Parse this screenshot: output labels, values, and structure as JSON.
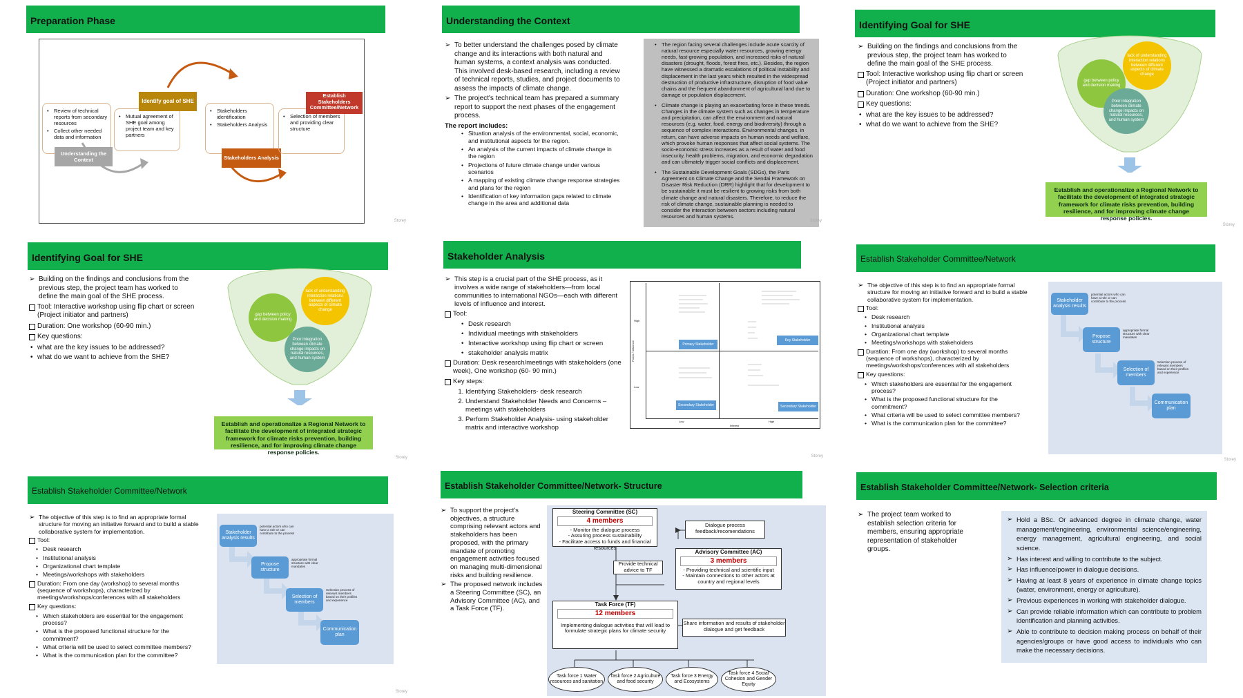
{
  "slides": {
    "prep": {
      "title": "Preparation Phase",
      "col1_items": [
        "Review of technical reports from secondary resources",
        "Collect other needed data and information"
      ],
      "col1_label": "Understanding the Context",
      "col2_label": "Identify goal of SHE",
      "col2_items": [
        "Mutual agreement of SHE goal among project team and key partners"
      ],
      "col3_items": [
        "Stakeholders identification",
        "Stakeholders Analysis"
      ],
      "col3_label": "Stakeholders Analysis",
      "col4_label": "Establish Stakeholders Committee/Network",
      "col4_items": [
        "Selection of members and providing clear structure"
      ]
    },
    "context": {
      "title": "Understanding the Context",
      "bullets": [
        "To better understand the challenges posed by climate change and its interactions with both natural and human systems, a context analysis was conducted. This involved desk-based research, including a review of technical reports, studies, and project documents to assess the impacts of climate change.",
        "The project's technical team has prepared a summary report to support the next phases of the engagement process."
      ],
      "report_heading": "The report includes:",
      "report_items": [
        "Situation analysis of the environmental, social, economic, and institutional aspects for the region.",
        "An analysis of the current impacts of climate change in the region",
        "Projections of future climate change under various scenarios",
        "A mapping of existing climate change response strategies and plans for the region",
        "Identification of key information gaps related to climate change in the area and additional data"
      ],
      "gray_paragraphs": [
        "The region facing several challenges include acute scarcity of natural resource especially water resources, growing energy needs, fast-growing population, and increased risks of natural disasters (drought, floods, forest fires, etc.). Besides, the region have witnessed a dramatic escalations of political instability and displacement in the last years which resulted in the widespread destruction of productive infrastructure, disruption of food value chains and the frequent abandonment of agricultural land due to damage or population displacement.",
        "Climate change is playing an exacerbating force in these trends. Changes in the climate system such as changes in temperature and precipitation, can affect the environment and natural resources (e.g. water, food, energy and biodiversity) through a sequence of complex interactions. Environmental changes, in return, can have adverse impacts on human needs and welfare, which provoke human responses that affect social systems. The socio-economic stress increases as a result of water and food insecurity, health problems, migration, and economic degradation and can ultimately trigger social conflicts and displacement.",
        "The Sustainable Development Goals (SDGs), the Paris Agreement on Climate Change and the Sendai Framework on Disaster Risk Reduction (DRR) highlight that for development to be sustainable it must be resilient to growing risks from both climate change and natural disasters. Therefore, to reduce the risk of climate change, sustainable planning is needed to consider the interaction between sectors including natural resources and human systems."
      ]
    },
    "goal": {
      "title": "Identifying Goal for SHE",
      "bullet_main": "Building on the findings and conclusions from the previous step, the project team has worked to define the main goal of the SHE process.",
      "tool": "Tool: Interactive workshop using flip chart or screen (Project initiator and partners)",
      "duration": "Duration: One workshop (60-90 min.)",
      "key_q": "Key questions:",
      "questions": [
        "what are the key issues to be addressed?",
        "what do we want to achieve from the SHE?"
      ],
      "circle_green": "gap between policy and decision making",
      "circle_yellow": "lack of understanding interaction relations between different aspects of climate change",
      "circle_teal": "Poor integration between climate change impacts on natural resources, and human system",
      "goal_text": "Establish and operationalize a Regional Network  to facilitate the development of integrated strategic framework for climate risks prevention, building resilience, and for improving climate change response policies."
    },
    "stake": {
      "title": "Stakeholder Analysis",
      "intro": "This step is a crucial part of the SHE process, as it involves a wide range of stakeholders—from local communities to international NGOs—each with different levels of influence and interest.",
      "tool": "Tool:",
      "tools": [
        "Desk research",
        "Individual meetings with stakeholders",
        "Interactive workshop using flip chart or screen",
        "stakeholder analysis matrix"
      ],
      "duration": "Duration: Desk research/meetings with stakeholders (one week), One workshop (60- 90 min.)",
      "key_steps": "Key steps:",
      "steps": [
        "Identifying Stakeholders- desk research",
        "Understand Stakeholder Needs and Concerns – meetings with stakeholders",
        "Perform Stakeholder Analysis- using stakeholder matrix and interactive workshop"
      ],
      "matrix": {
        "primary": "Primary Stakeholder",
        "key": "Key Stakeholder",
        "secondary": "Secondary Stakeholder",
        "secondary2": "Secondary Stakeholder",
        "xlow": "Low",
        "xhigh": "High",
        "xlabel": "Interest",
        "ylabel": "Power / Influence",
        "yhigh": "High",
        "ylow": "Low"
      }
    },
    "committee": {
      "title": "Establish Stakeholder Committee/Network",
      "objective": "The objective of this step is to find an appropriate formal structure for moving an initiative forward and to build a stable collaborative system for implementation.",
      "tool": "Tool:",
      "tools": [
        "Desk research",
        "Institutional analysis",
        "Organizational chart template",
        "Meetings/workshops with stakeholders"
      ],
      "duration": "Duration: From one day (workshop) to several months (sequence of workshops), characterized by meetings/workshops/conferences with all stakeholders",
      "key_q": "Key questions:",
      "questions": [
        "Which stakeholders are essential for the engagement process?",
        "What is the proposed functional structure for the commitment?",
        "What criteria will be used to select committee members?",
        "What is the communication plan for the committee?"
      ],
      "steps": [
        "Stakeholder analysis results",
        "Propose structure",
        "Selection of members",
        "Communication plan"
      ],
      "notes": [
        "potential actors who can have a role or can contribute to the process",
        "appropriate formal structure with clear mandates",
        "Selection process of relevant members based on their profiles and experience",
        ""
      ]
    },
    "structure": {
      "title": "Establish Stakeholder Committee/Network- Structure",
      "bullets": [
        "To support the project's objectives, a structure comprising relevant actors and stakeholders has been proposed, with the primary mandate of promoting engagement activities focused on managing multi-dimensional risks and building resilience.",
        "The proposed network includes a Steering Committee (SC), an Advisory Committee (AC), and a Task Force (TF)."
      ],
      "sc_title": "Steering Committee (SC)",
      "sc_members": "4 members",
      "sc_tasks": [
        "- Monitor the  dialogue process",
        "- Assuring process sustainability",
        "- Facilitate access to funds and financial resources"
      ],
      "dialogue": "Dialogue process feedback/recomendations",
      "ac_title": "Advisory Committee (AC)",
      "ac_members": "3 members",
      "ac_tasks": [
        "- Providing technical and scientific input",
        "- Maintain connections to other actors at country and regional levels"
      ],
      "advice": "Provide technical advice to TF",
      "tf_title": "Task Force (TF)",
      "tf_members": "12 members",
      "tf_task": "Implementing dialogue activities that will lead to formulate strategic plans for climate security",
      "share": "Share information and results of stakeholder dialogue and get feedback",
      "forces": [
        "Task force 1 Water resources and sanitation",
        "Task force 2 Agriculture and food security",
        "Task force 3 Energy and Ecosystems",
        "Task force 4 Social Cohesion and Gender Equity"
      ]
    },
    "criteria": {
      "title": "Establish Stakeholder Committee/Network- Selection criteria",
      "intro": "The project team worked to establish selection criteria for members, ensuring appropriate representation of stakeholder groups.",
      "items": [
        "Hold a BSc. Or advanced degree in climate change, water management/engineering, environmental science/engineering, energy management, agricultural engineering, and social science.",
        "Has interest and willing to contribute to the subject.",
        "Has influence/power in dialogue decisions.",
        "Having at least 8 years of experience in climate change topics (water, environment, energy or agriculture).",
        "Previous experiences in working with stakeholder dialogue.",
        "Can provide reliable information which can contribute to problem identification and planning activities.",
        "Able to contribute to decision making process on behalf of their agencies/groups or have good access to individuals who can make the necessary decisions."
      ]
    }
  },
  "footer_mark": "Storey"
}
